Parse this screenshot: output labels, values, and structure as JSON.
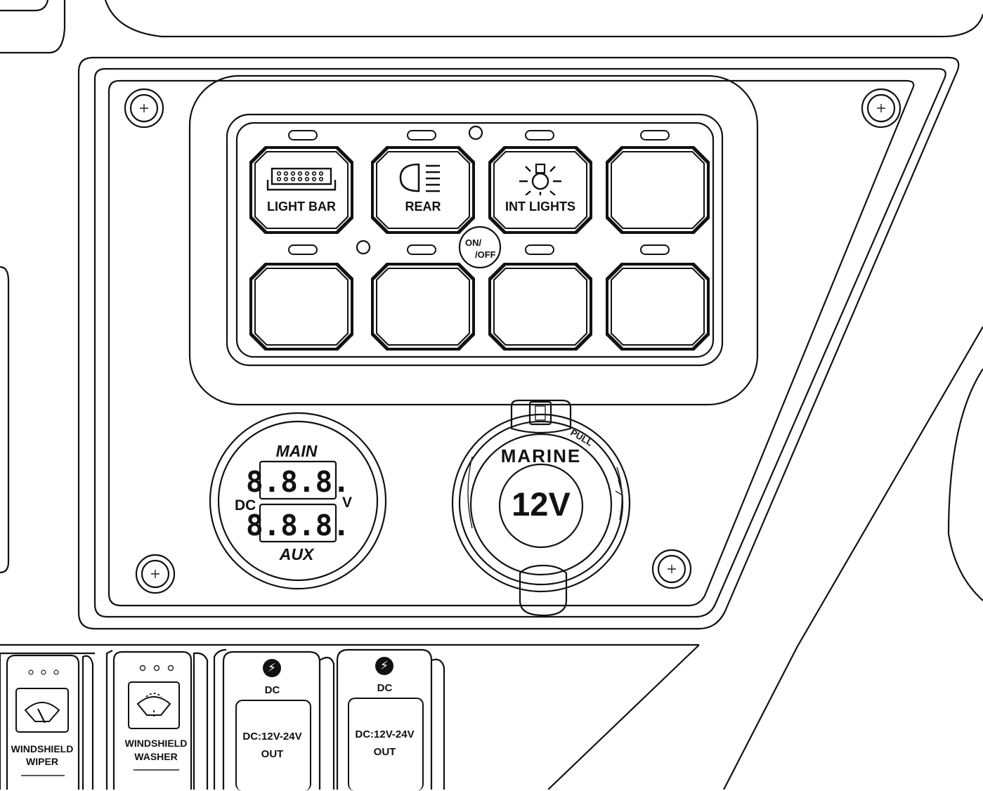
{
  "switch_panel": {
    "power_button": {
      "line1": "ON/",
      "line2": "/OFF"
    },
    "buttons": [
      {
        "label": "LIGHT BAR",
        "icon": "light-bar-icon"
      },
      {
        "label": "REAR",
        "icon": "rear-light-icon"
      },
      {
        "label": "INT LIGHTS",
        "icon": "interior-light-icon"
      },
      {
        "label": "",
        "icon": ""
      },
      {
        "label": "",
        "icon": ""
      },
      {
        "label": "",
        "icon": ""
      },
      {
        "label": "",
        "icon": ""
      },
      {
        "label": "",
        "icon": ""
      }
    ]
  },
  "voltmeter": {
    "top_label": "MAIN",
    "bottom_label": "AUX",
    "left_label": "DC",
    "right_label": "V",
    "main_reading": "8.8.8.",
    "aux_reading": "8.8.8."
  },
  "socket": {
    "brand": "MARINE",
    "voltage": "12V",
    "cap_label": "PULL"
  },
  "rocker_switches": [
    {
      "line1": "WINDSHIELD",
      "line2": "WIPER",
      "icon": "wiper-icon"
    },
    {
      "line1": "WINDSHIELD",
      "line2": "WASHER",
      "icon": "washer-icon"
    },
    {
      "top": "DC",
      "line1": "DC:12V-24V",
      "line2": "OUT",
      "icon": "lightning-icon"
    },
    {
      "top": "DC",
      "line1": "DC:12V-24V",
      "line2": "OUT",
      "icon": "lightning-icon"
    }
  ],
  "colors": {
    "line": "#111111",
    "background": "#ffffff"
  }
}
